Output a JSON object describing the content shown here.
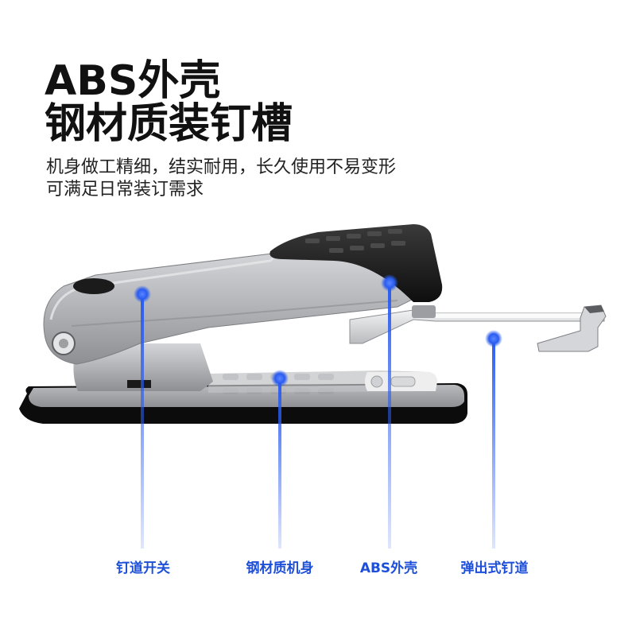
{
  "headline": {
    "line1": "ABS外壳",
    "line2": "钢材质装钉槽"
  },
  "description": {
    "line1": "机身做工精细，结实耐用，长久使用不易变形",
    "line2": "可满足日常装订需求"
  },
  "callouts": [
    {
      "label": "钉道开关"
    },
    {
      "label": "钢材质机身"
    },
    {
      "label": "ABS外壳"
    },
    {
      "label": "弹出式钉道"
    }
  ],
  "colors": {
    "accent": "#1e4fd8",
    "body_silver": "#b4b6ba",
    "cap_black": "#161616",
    "base_black": "#0c0c0c",
    "background": "#ffffff"
  }
}
